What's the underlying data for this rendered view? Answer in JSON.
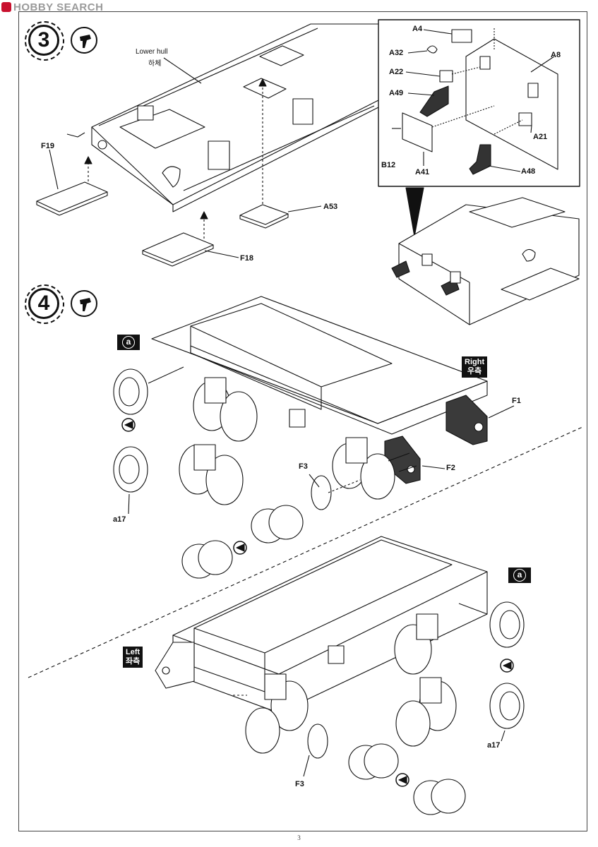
{
  "watermark": {
    "text": "HOBBY SEARCH"
  },
  "page_number": "3",
  "step3": {
    "number": "3",
    "hull_label_en": "Lower hull",
    "hull_label_ko": "하체",
    "parts": [
      "F19",
      "A53",
      "F18"
    ],
    "inset_parts": [
      "A4",
      "A32",
      "A22",
      "A49",
      "A8",
      "A21",
      "B12",
      "A41",
      "A48"
    ]
  },
  "step4": {
    "number": "4",
    "right_label_en": "Right",
    "right_label_ko": "우측",
    "left_label_en": "Left",
    "left_label_ko": "좌측",
    "marker_a": "a",
    "parts": [
      "F1",
      "F3",
      "F2",
      "a17",
      "a17",
      "F3"
    ]
  },
  "colors": {
    "ink": "#111111",
    "dark_part": "#3a3a3a",
    "paper": "#ffffff"
  }
}
